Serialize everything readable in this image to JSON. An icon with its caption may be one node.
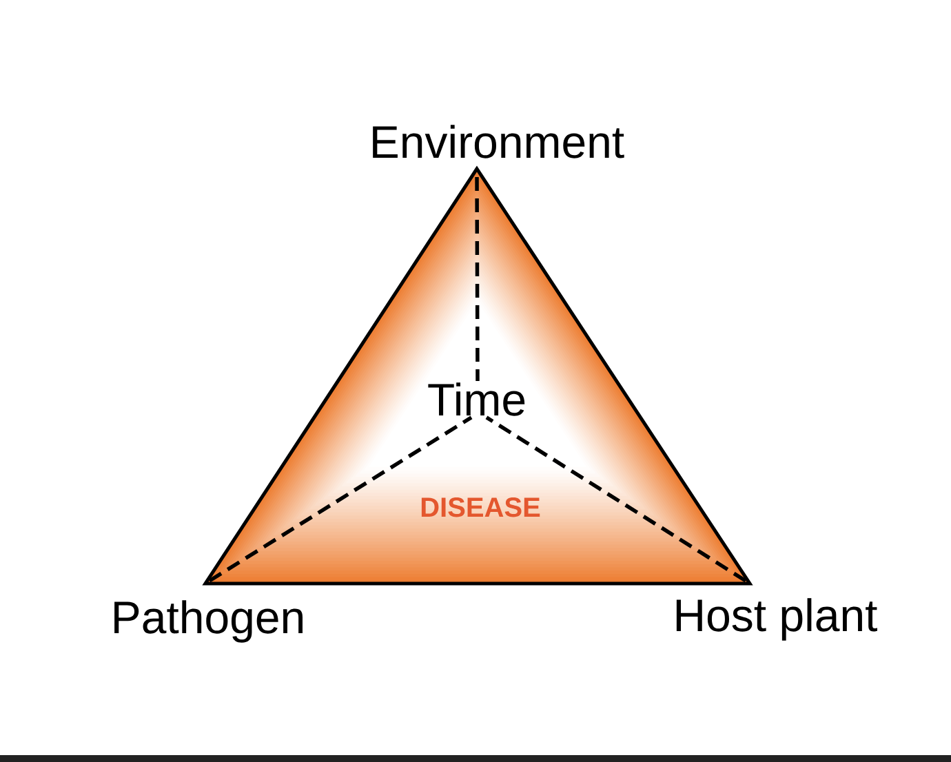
{
  "diagram": {
    "nodes": [
      {
        "text": [
          "Environment"
        ]
      },
      {
        "text": [
          "DISEASE"
        ]
      },
      {
        "text": [
          "Time"
        ],
        "in": 1
      },
      {
        "text": [
          "Pathogen"
        ]
      },
      {
        "text": [
          "Host plant"
        ]
      }
    ],
    "edges": [
      {
        "from": 0,
        "to": 2,
        "arrow": "none",
        "style": "dashed"
      },
      {
        "from": 3,
        "to": 2,
        "arrow": "none",
        "style": "dashed"
      },
      {
        "from": 4,
        "to": 2,
        "arrow": "none",
        "style": "dashed"
      }
    ]
  }
}
